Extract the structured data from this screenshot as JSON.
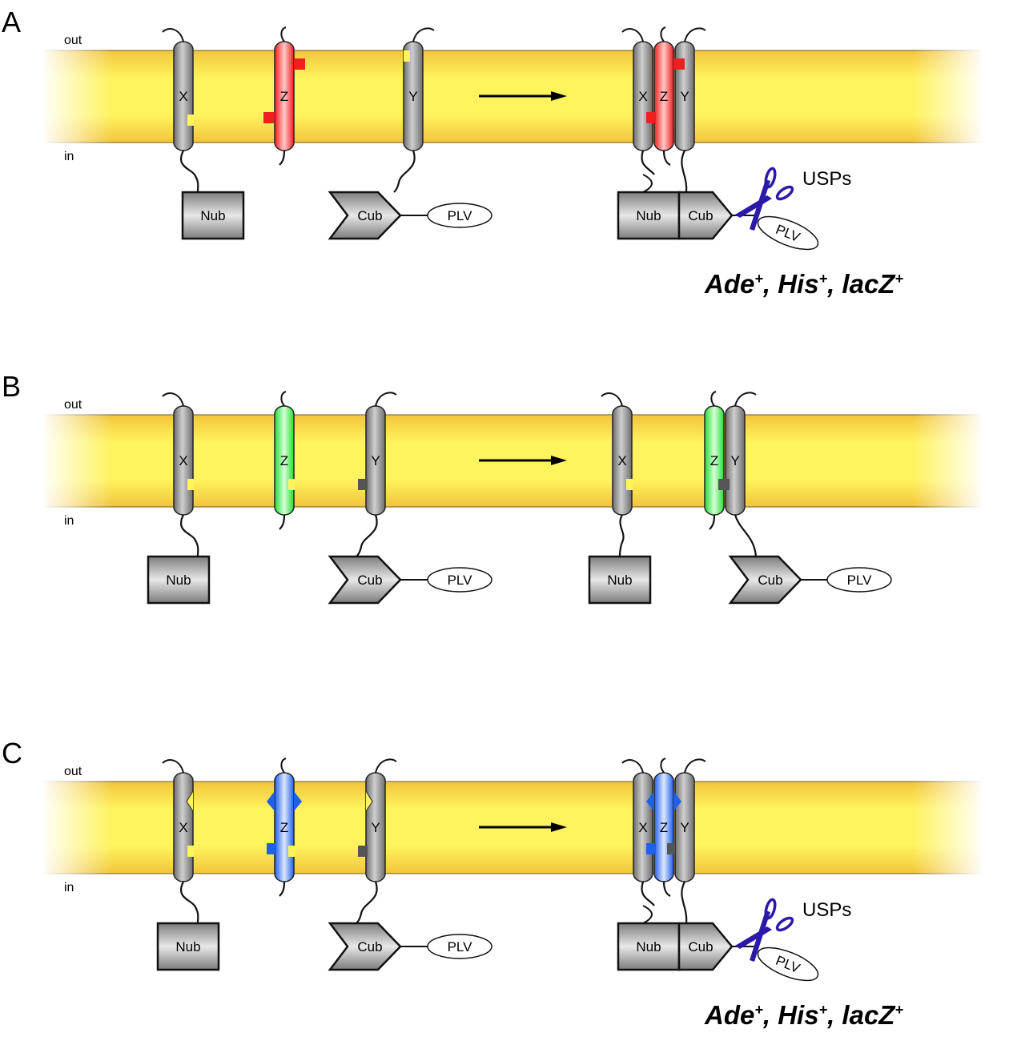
{
  "figure": {
    "panels": [
      {
        "letter": "A",
        "side_out": "out",
        "side_in": "in",
        "bait_label": "X",
        "compound_label": "Z",
        "prey_label": "Y",
        "compound_color": "#ee2020",
        "compound_highlight": "#ffc8c8",
        "nub_label": "Nub",
        "cub_label": "Cub",
        "reporter_label": "PLV",
        "outcome": "interaction",
        "protease_label": "USPs",
        "readout": {
          "ade": "Ade",
          "his": "His",
          "lacz": "lacZ",
          "plus": "+",
          "sep": ", "
        }
      },
      {
        "letter": "B",
        "side_out": "out",
        "side_in": "in",
        "bait_label": "X",
        "compound_label": "Z",
        "prey_label": "Y",
        "compound_color": "#22dd33",
        "compound_highlight": "#d8ffd8",
        "nub_label": "Nub",
        "cub_label": "Cub",
        "reporter_label": "PLV",
        "outcome": "no-interaction"
      },
      {
        "letter": "C",
        "side_out": "out",
        "side_in": "in",
        "bait_label": "X",
        "compound_label": "Z",
        "prey_label": "Y",
        "compound_color": "#1f5fee",
        "compound_highlight": "#dde8ff",
        "nub_label": "Nub",
        "cub_label": "Cub",
        "reporter_label": "PLV",
        "outcome": "interaction",
        "protease_label": "USPs",
        "readout": {
          "ade": "Ade",
          "his": "His",
          "lacz": "lacZ",
          "plus": "+",
          "sep": ", "
        }
      }
    ],
    "colors": {
      "membrane": "#fff05a",
      "membrane_edge": "#f0c840",
      "helix_gray": "#8a8a8a",
      "helix_gray_light": "#d6d6d6",
      "scissors": "#2b1aa8"
    }
  }
}
